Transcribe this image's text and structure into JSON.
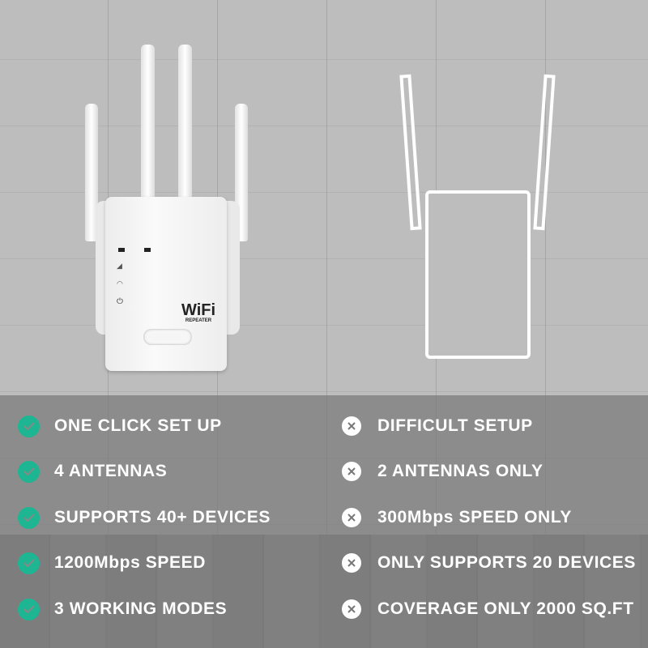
{
  "product": {
    "logo_text": "WiFi",
    "logo_subtext": "REPEATER"
  },
  "colors": {
    "check": "#1db592",
    "cross": "#ffffff",
    "band": "#787878"
  },
  "pros": [
    {
      "icon": "check-circle-icon",
      "label": "ONE CLICK SET UP"
    },
    {
      "icon": "check-circle-icon",
      "label": "4 ANTENNAS"
    },
    {
      "icon": "check-circle-icon",
      "label": "SUPPORTS 40+ DEVICES"
    },
    {
      "icon": "check-circle-icon",
      "label": "1200Mbps SPEED"
    },
    {
      "icon": "check-circle-icon",
      "label": "3 WORKING MODES"
    }
  ],
  "cons": [
    {
      "icon": "x-circle-icon",
      "label": "DIFFICULT SETUP"
    },
    {
      "icon": "x-circle-icon",
      "label": "2 ANTENNAS ONLY"
    },
    {
      "icon": "x-circle-icon",
      "label": "300Mbps SPEED ONLY"
    },
    {
      "icon": "x-circle-icon",
      "label": "ONLY SUPPORTS 20 DEVICES"
    },
    {
      "icon": "x-circle-icon",
      "label": "COVERAGE ONLY 2000 SQ.FT"
    }
  ]
}
